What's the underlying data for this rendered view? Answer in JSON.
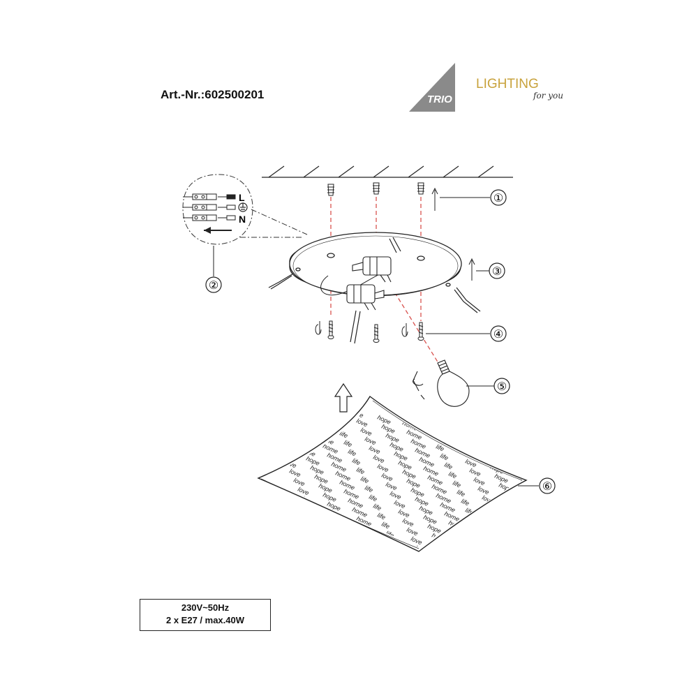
{
  "header": {
    "article_number": "Art.-Nr.:602500201"
  },
  "logo": {
    "brand": "TRIO",
    "wordmark": "LIGHTING",
    "tagline": "for you",
    "accent_color": "#c8a23c",
    "gray_color": "#8a8a8a"
  },
  "wiring": {
    "label_l": "L",
    "label_n": "N"
  },
  "callouts": [
    "①",
    "②",
    "③",
    "④",
    "⑤",
    "⑥"
  ],
  "shade": {
    "words": [
      "love",
      "hope",
      "home",
      "life"
    ]
  },
  "specs": {
    "line1": "230V~50Hz",
    "line2": "2 x E27 / max.40W"
  },
  "colors": {
    "line": "#222222",
    "guide": "#d9534f"
  }
}
